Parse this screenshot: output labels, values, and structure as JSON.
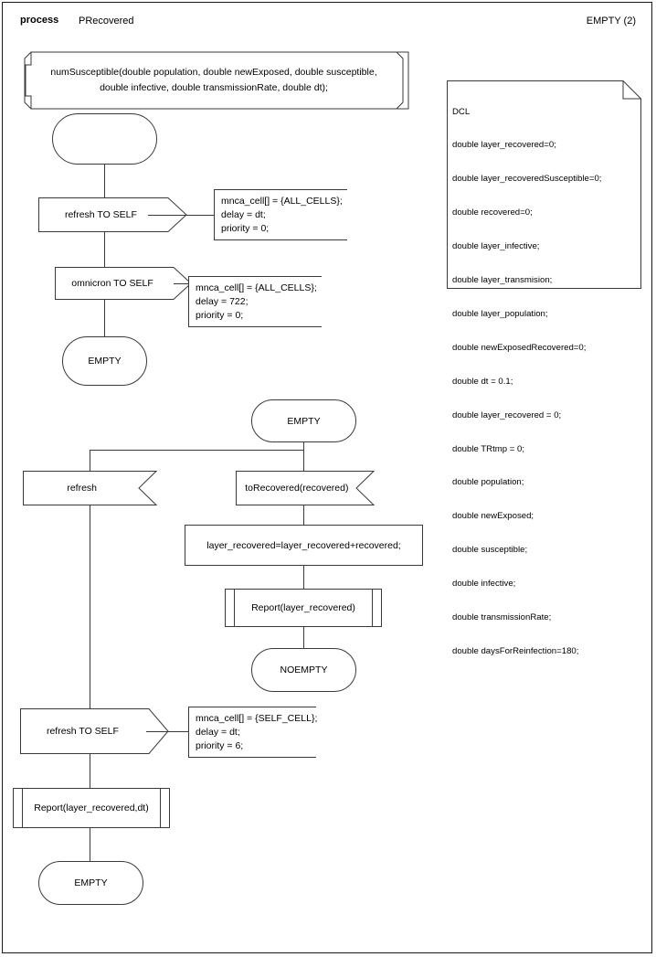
{
  "header": {
    "keyword": "process",
    "name": "PRecovered",
    "right_label": "EMPTY (2)"
  },
  "signature": {
    "line1": "numSusceptible(double population, double newExposed, double susceptible,",
    "line2": "double infective, double transmissionRate, double dt);"
  },
  "dcl": {
    "title": "DCL",
    "lines": [
      "double layer_recovered=0;",
      "double layer_recoveredSusceptible=0;",
      "double recovered=0;",
      "double layer_infective;",
      "double layer_transmision;",
      "double layer_population;",
      "double newExposedRecovered=0;",
      "double dt = 0.1;",
      "double layer_recovered = 0;",
      "double TRtmp = 0;",
      "double population;",
      "double newExposed;",
      "double susceptible;",
      "double infective;",
      "double transmissionRate;",
      "double daysForReinfection=180;"
    ]
  },
  "flow1": {
    "start_state": "",
    "output_refresh": "refresh TO SELF",
    "comment_refresh": {
      "line1": "mnca_cell[] = {ALL_CELLS};",
      "line2": "delay = dt;",
      "line3": "priority = 0;"
    },
    "output_omnicron": "omnicron TO SELF",
    "comment_omnicron": {
      "line1": "mnca_cell[] = {ALL_CELLS};",
      "line2": "delay = 722;",
      "line3": "priority = 0;"
    },
    "end_state": "EMPTY"
  },
  "flow2": {
    "state_empty": "EMPTY",
    "input_refresh": "refresh",
    "input_torecovered": "toRecovered(recovered)",
    "task_assign": "layer_recovered=layer_recovered+recovered;",
    "call_report": "Report(layer_recovered)",
    "state_noempty": "NOEMPTY",
    "output_refresh_self": "refresh TO SELF",
    "comment_refresh_self": {
      "line1": "mnca_cell[] = {SELF_CELL};",
      "line2": "delay = dt;",
      "line3": "priority = 6;"
    },
    "call_report_dt": "Report(layer_recovered,dt)",
    "end_state": "EMPTY"
  },
  "colors": {
    "stroke": "#3a3a3a",
    "page_border": "#1a1a1a",
    "text": "#000000",
    "background": "#ffffff"
  }
}
